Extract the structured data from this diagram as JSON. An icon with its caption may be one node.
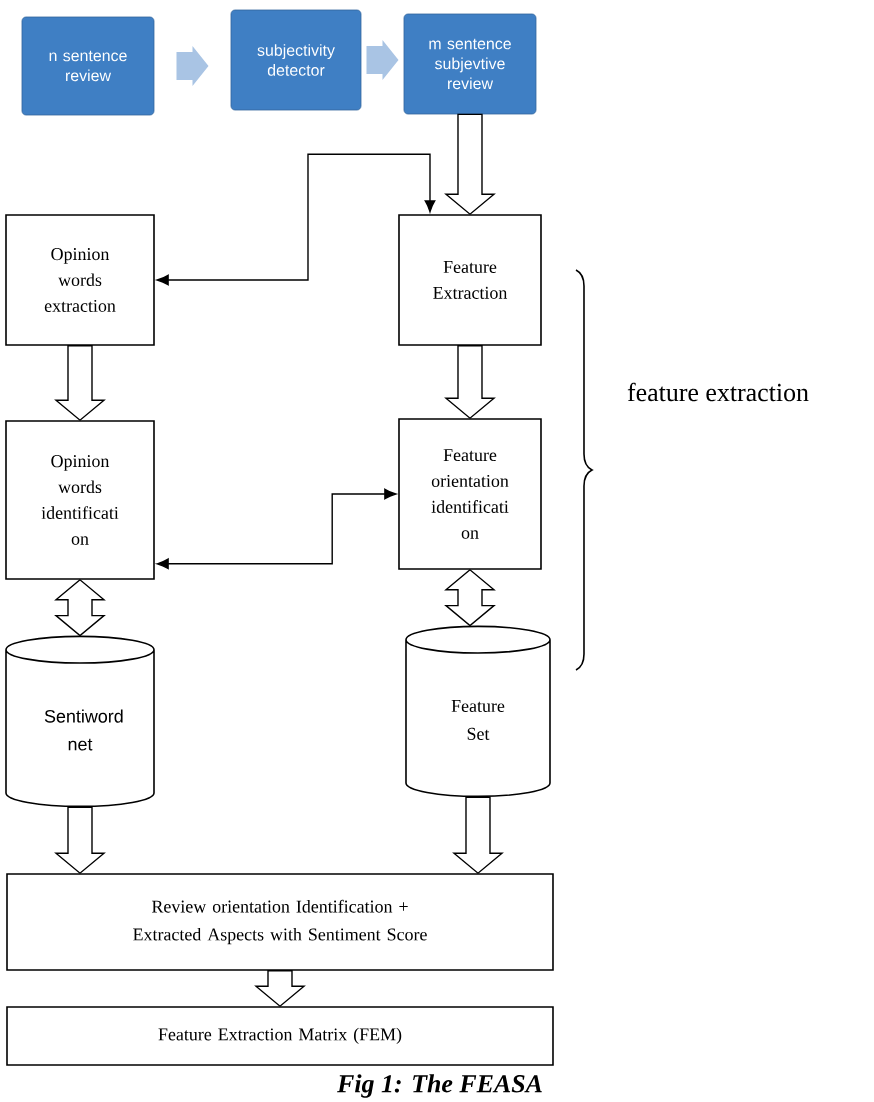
{
  "diagram": {
    "caption": "Fig 1: The FEASA",
    "nodes": [
      {
        "text": [
          "n sentence review"
        ]
      },
      {
        "text": [
          "subjectivity detector"
        ]
      },
      {
        "text": [
          "m sentence subjevtive review"
        ]
      },
      {
        "text": [
          "Opinion words extraction"
        ]
      },
      {
        "text": [
          "Feature Extraction"
        ]
      },
      {
        "text": [
          "Opinion words identificati on"
        ]
      },
      {
        "text": [
          "Feature orientation identificati on"
        ]
      },
      {
        "text": [
          "Sentiword net"
        ]
      },
      {
        "text": [
          "Feature Set"
        ]
      },
      {
        "text": [
          "Review orientation Identification + Extracted Aspects with Sentiment Score"
        ]
      },
      {
        "text": [
          "Feature Extraction Matrix (FEM)"
        ]
      }
    ],
    "edges": [
      {
        "from": 0,
        "to": 1,
        "arrow": "to",
        "color": "#a9c4e4"
      },
      {
        "from": 1,
        "to": 2,
        "arrow": "to",
        "color": "#a9c4e4"
      },
      {
        "from": 2,
        "to": 4,
        "arrow": "to"
      },
      {
        "from": 3,
        "to": 4,
        "arrow": "both"
      },
      {
        "from": 3,
        "to": 5,
        "arrow": "to"
      },
      {
        "from": 4,
        "to": 6,
        "arrow": "to"
      },
      {
        "from": 5,
        "to": 6,
        "arrow": "both"
      },
      {
        "from": 5,
        "to": 7,
        "arrow": "both"
      },
      {
        "from": 6,
        "to": 8,
        "arrow": "both"
      },
      {
        "from": 7,
        "to": 9,
        "arrow": "to"
      },
      {
        "from": 8,
        "to": 9,
        "arrow": "to"
      },
      {
        "from": 9,
        "to": 10,
        "arrow": "to"
      }
    ],
    "labels": [
      "feature extraction"
    ]
  }
}
